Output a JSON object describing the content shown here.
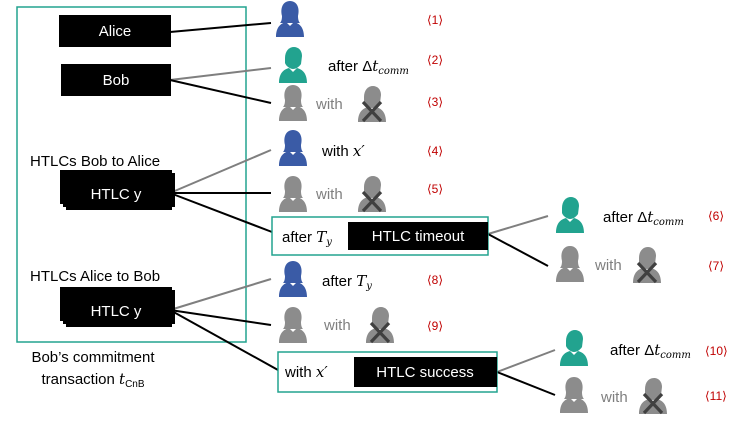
{
  "colors": {
    "teal": "#22a38f",
    "blue": "#3a5ba6",
    "gray": "#8c8c8c",
    "red": "#c00000",
    "box": "#000000",
    "cross": "#404040"
  },
  "outputs": {
    "alice": "Alice",
    "bob": "Bob",
    "htlcs_bob_to_alice": "HTLCs Bob to Alice",
    "htlc_y_1": "HTLC y",
    "htlcs_alice_to_bob": "HTLCs Alice to Bob",
    "htlc_y_2": "HTLC y"
  },
  "caption": {
    "line1": "Bob’s commitment",
    "line2_prefix": "transaction ",
    "line2_symbol": "t",
    "line2_subscript": "CnB"
  },
  "timeout_box": {
    "prefix": "after ",
    "symbol": "T",
    "subscript": "y",
    "label": "HTLC timeout"
  },
  "success_box": {
    "prefix": "with ",
    "symbol": "x′",
    "label": "HTLC success"
  },
  "words": {
    "after": "after ",
    "with": "with ",
    "delta": "Δ",
    "t": "t",
    "comm": "comm",
    "T": "T",
    "y": "y",
    "xprime": "x′"
  },
  "labels": {
    "n1": "⟨1⟩",
    "n2": "⟨2⟩",
    "n3": "⟨3⟩",
    "n4": "⟨4⟩",
    "n5": "⟨5⟩",
    "n6": "⟨6⟩",
    "n7": "⟨7⟩",
    "n8": "⟨8⟩",
    "n9": "⟨9⟩",
    "n10": "⟨10⟩",
    "n11": "⟨11⟩"
  }
}
